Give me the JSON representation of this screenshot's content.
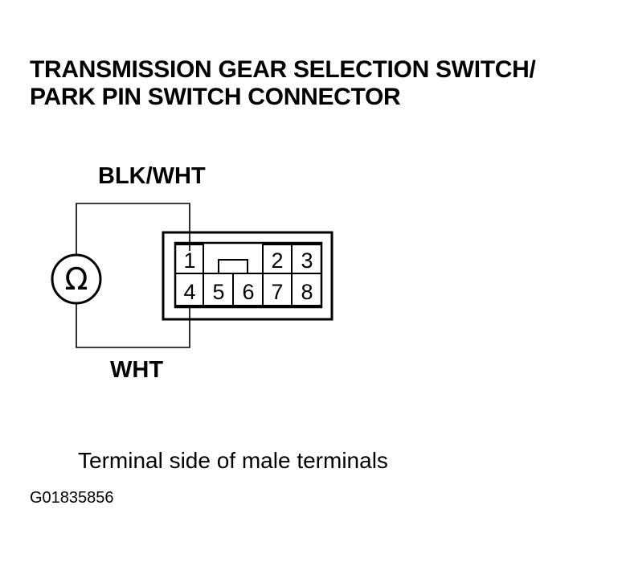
{
  "title": {
    "line1": "TRANSMISSION GEAR SELECTION SWITCH/",
    "line2": "PARK PIN SWITCH CONNECTOR"
  },
  "wires": {
    "top_label": "BLK/WHT",
    "bottom_label": "WHT"
  },
  "meter": {
    "symbol": "Ω",
    "icon": "ohmmeter-icon"
  },
  "connector": {
    "pins": [
      "1",
      "2",
      "3",
      "4",
      "5",
      "6",
      "7",
      "8"
    ],
    "probed_pins": [
      "1",
      "4"
    ]
  },
  "caption": "Terminal side of male terminals",
  "figure_id": "G01835856"
}
